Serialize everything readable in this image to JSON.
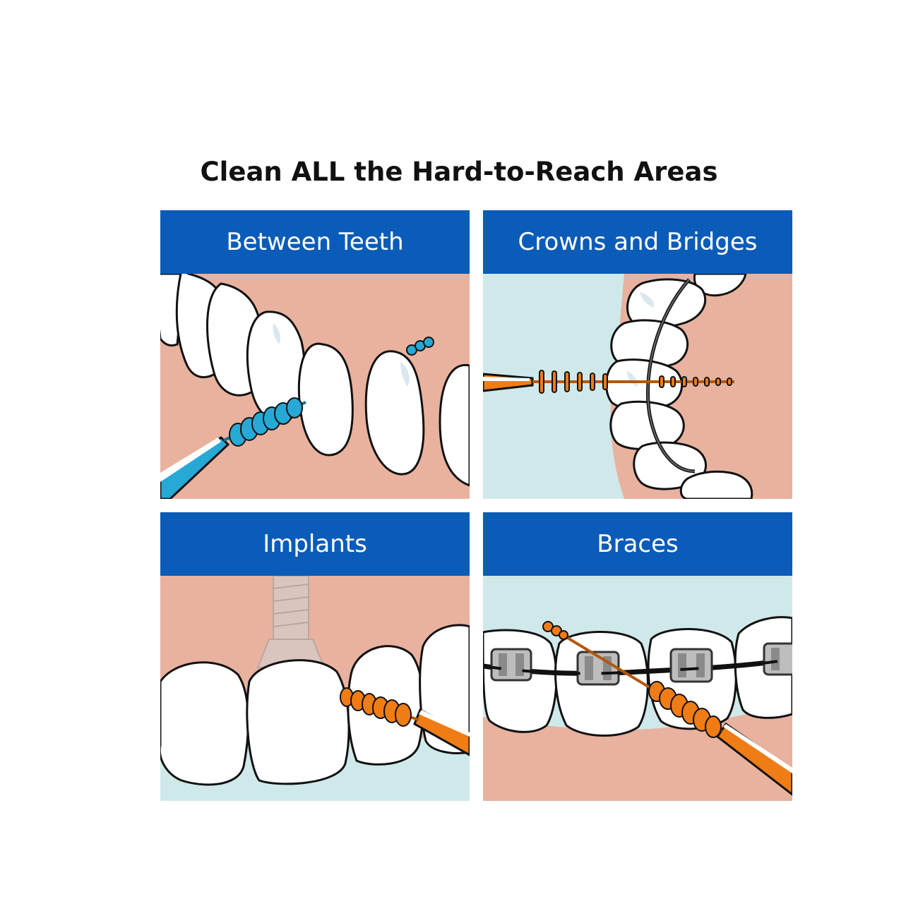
{
  "title": "Clean ALL the Hard-to-Reach Areas",
  "panels": [
    {
      "label": "Between Teeth",
      "brush": "blue",
      "background": "gum"
    },
    {
      "label": "Crowns and Bridges",
      "brush": "orange",
      "background": "mint-and-gum"
    },
    {
      "label": "Implants",
      "brush": "orange",
      "background": "gum-and-mint"
    },
    {
      "label": "Braces",
      "brush": "orange",
      "background": "mint-and-gum"
    }
  ],
  "colors": {
    "header_blue": "#0a5cb8",
    "gum_pink": "#e8b29f",
    "mint": "#cfe9ea",
    "brush_blue": "#27a9d6",
    "brush_orange": "#f07c16",
    "tooth_white": "#ffffff",
    "outline": "#111111"
  }
}
